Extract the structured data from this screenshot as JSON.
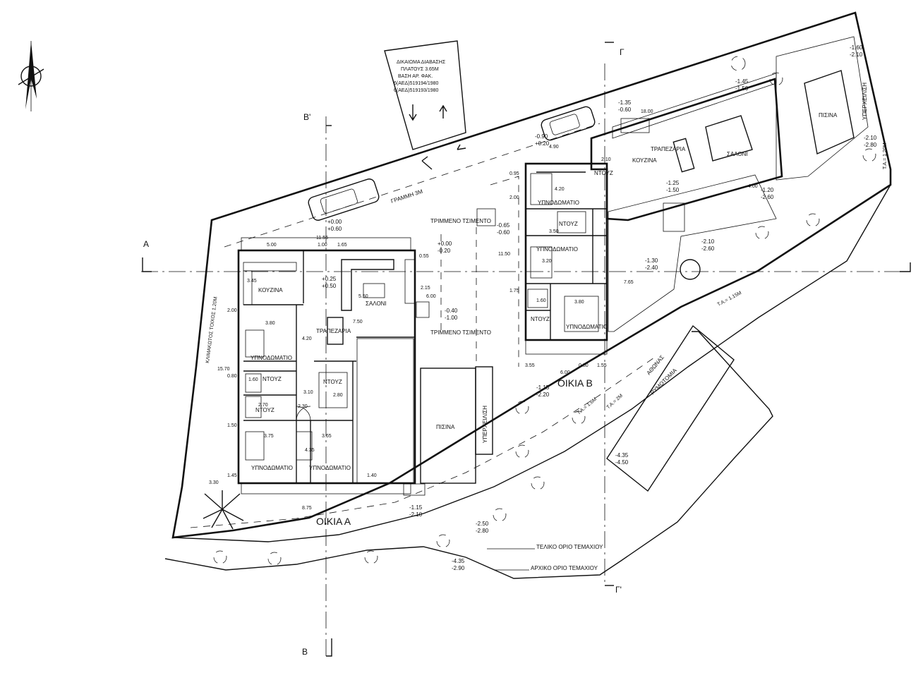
{
  "access_note": {
    "lines": [
      "ΔΙΚΑΙΩΜΑ ΔΙΑΒΑΣΗΣ",
      "ΠΛΑΤΟΥΣ 3.65Μ",
      "ΒΑΣΗ ΑΡ. ΦΑΚ.",
      "6(ΑΕΔ)519194/1980",
      "6(ΑΕΔ)519193/1980"
    ]
  },
  "road": {
    "line_3m": "ΓΡΑΜΜΗ 3Μ",
    "athonas": "ΑΘΩΝΑΣ",
    "rymotomia": "ΡΥΜΟΤΟΜΙΑ",
    "final_boundary": "ΤΕΛΙΚΟ ΟΡΙΟ ΤΕΜΑΧΙΟΥ",
    "initial_boundary": "ΑΡΧΙΚΟ ΟΡΙΟ ΤΕΜΑΧΙΟΥ",
    "ta_16": "Τ.Α.= 1.6Μ",
    "ta_2": "Τ.Α.= 2Μ",
    "ta_115": "Τ.Α.= 1.15Μ",
    "ta_12": "Τ.Α.= 1.20Μ",
    "retaining_wall": "ΚΛΙΜΑΚΩΤΟΣ ΤΟΙΧΟΣ 1.20Μ"
  },
  "sections": {
    "a": "Α",
    "b": "Β",
    "b_prime": "Β'",
    "g": "Γ",
    "g_prime": "Γ'"
  },
  "house_a": {
    "label": "ΟΙΚΙΑ Α",
    "kitchen": "ΚΟΥΖΙΝΑ",
    "living": "ΣΑΛΟΝΙ",
    "dining": "ΤΡΑΠΕΖΑΡΙΑ",
    "bedroom1": "ΥΠΝΟΔΩΜΑΤΙΟ",
    "bedroom2": "ΥΠΝΟΔΩΜΑΤΙΟ",
    "bedroom3": "ΥΠΝΟΔΩΜΑΤΙΟ",
    "wc1": "ΝΤΟΥΖ",
    "wc2": "ΝΤΟΥΖ",
    "wc3": "ΝΤΟΥΖ",
    "pool": "ΠΙΣΙΝΑ",
    "overflow": "ΥΠΕΡΧΕΙΛΙΣΗ",
    "cement1": "ΤΡΙΜΜΕΝΟ ΤΣΙΜΕΝΤΟ",
    "cement2": "ΤΡΙΜΜΕΝΟ ΤΣΙΜΕΝΤΟ"
  },
  "house_b": {
    "label": "ΟΙΚΙΑ Β",
    "kitchen": "ΚΟΥΖΙΝΑ",
    "living": "ΣΑΛΟΝΙ",
    "dining": "ΤΡΑΠΕΖΑΡΙΑ",
    "bedroom1": "ΥΠΝΟΔΩΜΑΤΙΟ",
    "bedroom2": "ΥΠΝΟΔΩΜΑΤΙΟ",
    "bedroom3": "ΥΠΝΟΔΩΜΑΤΙΟ",
    "wc1": "ΝΤΟΥΖ",
    "wc2": "ΝΤΟΥΖ",
    "wc3": "ΝΤΟΥΖ",
    "pool": "ΠΙΣΙΝΑ",
    "overflow": "ΥΠΕΡΧΕΙΛΙΣΗ"
  },
  "levels": {
    "l1": [
      "+0.00",
      "+0.60"
    ],
    "l2": [
      "+0.00",
      "-0.20"
    ],
    "l3": [
      "+0.25",
      "+0.50"
    ],
    "l4": [
      "-0.40",
      "-1.00"
    ],
    "l5": [
      "-1.15",
      "-2.10"
    ],
    "l6": [
      "-2.50",
      "-2.80"
    ],
    "l7": [
      "-4.35",
      "-2.90"
    ],
    "l8": [
      "-4.35",
      "-4.50"
    ],
    "l9": [
      "-1.15",
      "-2.20"
    ],
    "l10": [
      "-0.90",
      "+0.20"
    ],
    "l11": [
      "-1.35",
      "-0.60"
    ],
    "l12": [
      "-1.45",
      "-1.50"
    ],
    "l13": [
      "-1.60",
      "-2.10"
    ],
    "l14": [
      "-2.10",
      "-2.80"
    ],
    "l15": [
      "-1.25",
      "-1.50"
    ],
    "l16": [
      "-1.20",
      "-2.60"
    ],
    "l17": [
      "-2.10",
      "-2.60"
    ],
    "l18": [
      "-1.30",
      "-2.40"
    ],
    "l19": [
      "-0.65",
      "-0.60"
    ]
  },
  "dims": {
    "a_5_00": "5.00",
    "a_11_55": "11.55",
    "a_1_00": "1.00",
    "a_1_65": "1.65",
    "a_5_50": "5.50",
    "a_7_50": "7.50",
    "a_4_20": "4.20",
    "a_3_80": "3.80",
    "a_3_75": "3.75",
    "a_4_35": "4.35",
    "a_3_65": "3.65",
    "a_8_75": "8.75",
    "a_15_70": "15.70",
    "a_3_30": "3.30",
    "a_2_15": "2.15",
    "a_6_00": "6.00",
    "a_3_10": "3.10",
    "a_2_30": "2.30",
    "a_2_80": "2.80",
    "a_2_70": "2.70",
    "a_1_60": "1.60",
    "a_2_00": "2.00",
    "a_0_80": "0.80",
    "a_1_50": "1.50",
    "a_1_45": "1.45",
    "a_1_40": "1.40",
    "a_3_45": "3.45",
    "a_0_55": "0.55",
    "b_4_20": "4.20",
    "b_3_20": "3.20",
    "b_3_50": "3.50",
    "b_3_80": "3.80",
    "b_11_50": "11.50",
    "b_4_90": "4.90",
    "b_3_55": "3.55",
    "b_6_00": "6.00",
    "b_0_80": "0.80",
    "b_1_55": "1.55",
    "b_18_00": "18.00",
    "b_1_75": "1.75",
    "b_2_00": "2.00",
    "b_0_95": "0.95",
    "b_1_60": "1.60",
    "b_2_10": "2.10",
    "b_4_00": "4.00",
    "b_7_65": "7.65"
  }
}
